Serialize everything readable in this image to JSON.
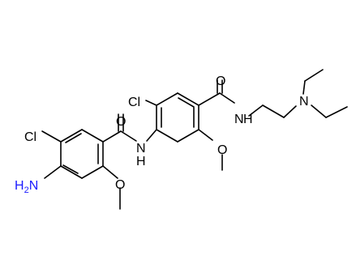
{
  "colors": {
    "bond": "#000000",
    "oxygen": "#000000",
    "nitrogen_amide": "#000000",
    "nitrogen_amine": "#000000",
    "nitrogen_amino": "#1a1aff",
    "chlorine": "#000000"
  },
  "atoms": {
    "cl_left": "Cl",
    "cl_right": "Cl",
    "o_carbonyl_left": "O",
    "o_carbonyl_right": "O",
    "o_methoxy_left": "O",
    "o_methoxy_right": "O",
    "n_amide_left": "N",
    "h_amide_left": "H",
    "n_amide_right": "N",
    "h_amide_right": "H",
    "n_tertiary": "N",
    "amino_h": "H",
    "amino_sub": "2",
    "amino_n": "N"
  }
}
